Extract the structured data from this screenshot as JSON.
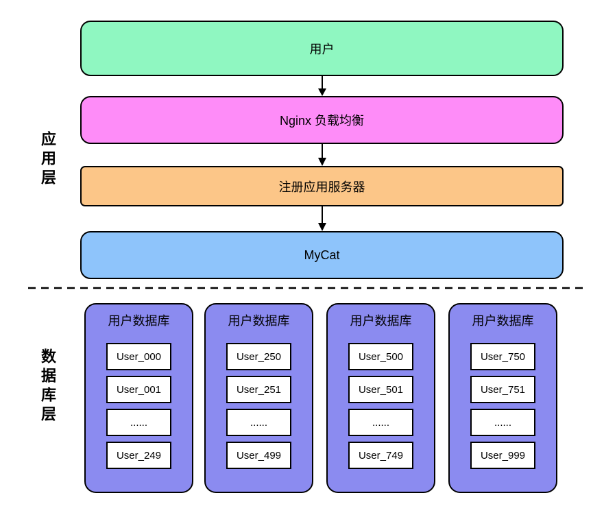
{
  "colors": {
    "user_box": "#8FF7C1",
    "nginx_box": "#FE8CF8",
    "appserver_box": "#FCC688",
    "mycat_box": "#8EC4FB",
    "database_box": "#8B8BF0",
    "table_bg": "#FFFFFF",
    "line": "#000000"
  },
  "app_layer": {
    "label": "应用层",
    "boxes": [
      {
        "label": "用户"
      },
      {
        "label": "Nginx 负载均衡"
      },
      {
        "label": "注册应用服务器"
      },
      {
        "label": "MyCat"
      }
    ]
  },
  "db_layer": {
    "label": "数据库层",
    "databases": [
      {
        "title": "用户数据库",
        "tables": [
          "User_000",
          "User_001",
          "......",
          "User_249"
        ]
      },
      {
        "title": "用户数据库",
        "tables": [
          "User_250",
          "User_251",
          "......",
          "User_499"
        ]
      },
      {
        "title": "用户数据库",
        "tables": [
          "User_500",
          "User_501",
          "......",
          "User_749"
        ]
      },
      {
        "title": "用户数据库",
        "tables": [
          "User_750",
          "User_751",
          "......",
          "User_999"
        ]
      }
    ]
  }
}
